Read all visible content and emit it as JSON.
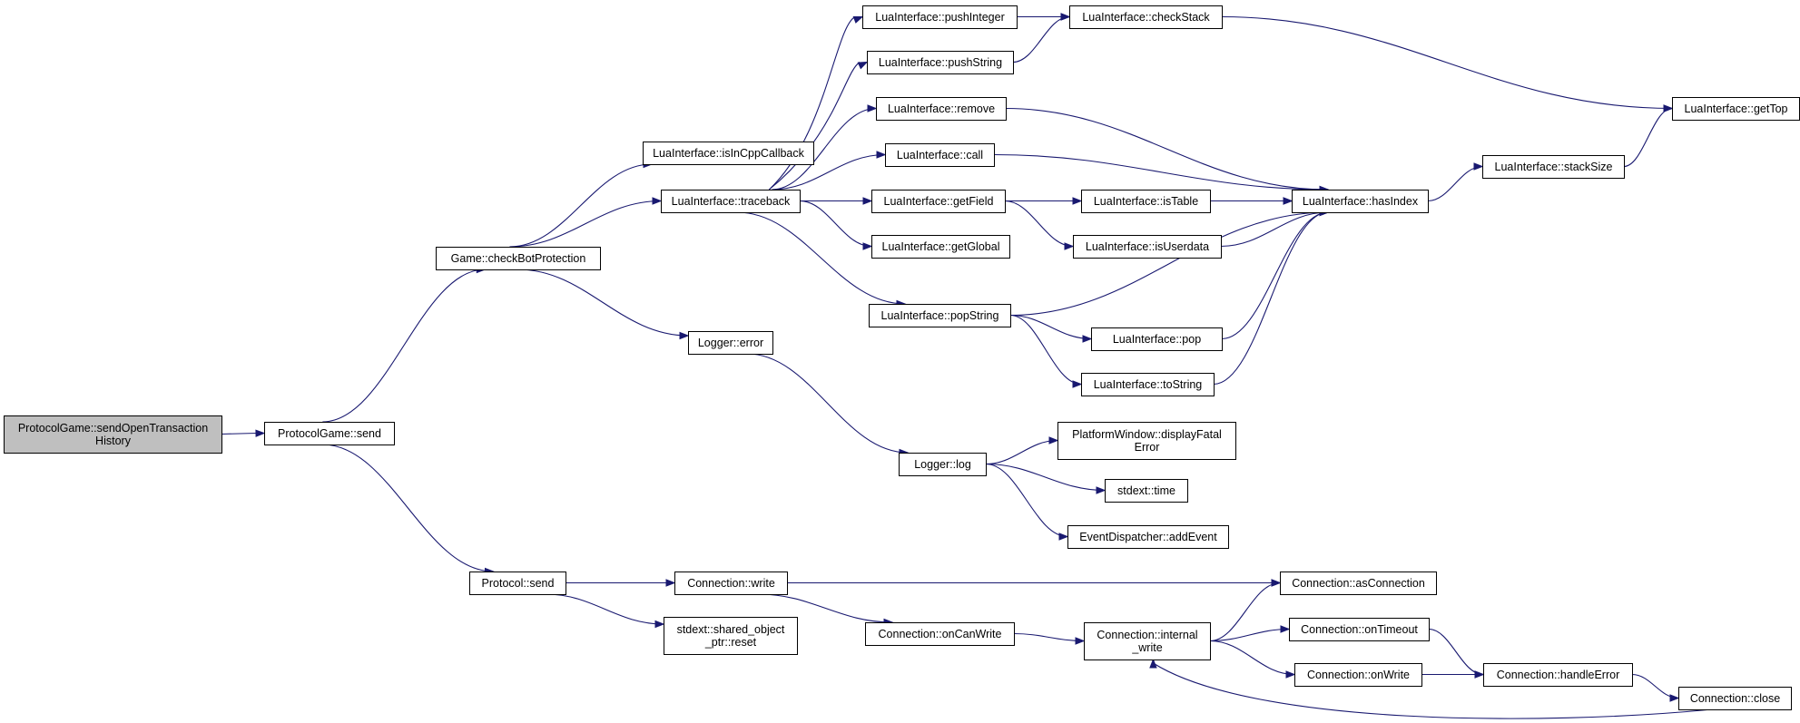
{
  "colors": {
    "edge": "#191970",
    "root_fill": "#bfbfbf",
    "node_fill": "#ffffff",
    "border": "#000000"
  },
  "nodes": [
    {
      "id": "root",
      "lines": [
        "ProtocolGame::sendOpenTransaction",
        "History"
      ],
      "highlight": true
    },
    {
      "id": "pg_send",
      "lines": [
        "ProtocolGame::send"
      ]
    },
    {
      "id": "check_bot",
      "lines": [
        "Game::checkBotProtection"
      ]
    },
    {
      "id": "proto_send",
      "lines": [
        "Protocol::send"
      ]
    },
    {
      "id": "is_in_cpp",
      "lines": [
        "LuaInterface::isInCppCallback"
      ]
    },
    {
      "id": "traceback",
      "lines": [
        "LuaInterface::traceback"
      ]
    },
    {
      "id": "logger_error",
      "lines": [
        "Logger::error"
      ]
    },
    {
      "id": "conn_write",
      "lines": [
        "Connection::write"
      ]
    },
    {
      "id": "sop_reset",
      "lines": [
        "stdext::shared_object",
        "_ptr::reset"
      ]
    },
    {
      "id": "push_integer",
      "lines": [
        "LuaInterface::pushInteger"
      ]
    },
    {
      "id": "push_string",
      "lines": [
        "LuaInterface::pushString"
      ]
    },
    {
      "id": "remove",
      "lines": [
        "LuaInterface::remove"
      ]
    },
    {
      "id": "call",
      "lines": [
        "LuaInterface::call"
      ]
    },
    {
      "id": "get_field",
      "lines": [
        "LuaInterface::getField"
      ]
    },
    {
      "id": "get_global",
      "lines": [
        "LuaInterface::getGlobal"
      ]
    },
    {
      "id": "pop_string",
      "lines": [
        "LuaInterface::popString"
      ]
    },
    {
      "id": "logger_log",
      "lines": [
        "Logger::log"
      ]
    },
    {
      "id": "on_can_write",
      "lines": [
        "Connection::onCanWrite"
      ]
    },
    {
      "id": "check_stack",
      "lines": [
        "LuaInterface::checkStack"
      ]
    },
    {
      "id": "is_table",
      "lines": [
        "LuaInterface::isTable"
      ]
    },
    {
      "id": "is_userdata",
      "lines": [
        "LuaInterface::isUserdata"
      ]
    },
    {
      "id": "pop",
      "lines": [
        "LuaInterface::pop"
      ]
    },
    {
      "id": "to_string",
      "lines": [
        "LuaInterface::toString"
      ]
    },
    {
      "id": "display_fatal",
      "lines": [
        "PlatformWindow::displayFatal",
        "Error"
      ]
    },
    {
      "id": "time",
      "lines": [
        "stdext::time"
      ]
    },
    {
      "id": "add_event",
      "lines": [
        "EventDispatcher::addEvent"
      ]
    },
    {
      "id": "internal_write",
      "lines": [
        "Connection::internal",
        "_write"
      ]
    },
    {
      "id": "has_index",
      "lines": [
        "LuaInterface::hasIndex"
      ]
    },
    {
      "id": "as_connection",
      "lines": [
        "Connection::asConnection"
      ]
    },
    {
      "id": "on_timeout",
      "lines": [
        "Connection::onTimeout"
      ]
    },
    {
      "id": "on_write",
      "lines": [
        "Connection::onWrite"
      ]
    },
    {
      "id": "stack_size",
      "lines": [
        "LuaInterface::stackSize"
      ]
    },
    {
      "id": "handle_error",
      "lines": [
        "Connection::handleError"
      ]
    },
    {
      "id": "get_top",
      "lines": [
        "LuaInterface::getTop"
      ]
    },
    {
      "id": "conn_close",
      "lines": [
        "Connection::close"
      ]
    }
  ],
  "edges": [
    [
      "root",
      "pg_send"
    ],
    [
      "pg_send",
      "check_bot"
    ],
    [
      "pg_send",
      "proto_send"
    ],
    [
      "check_bot",
      "is_in_cpp"
    ],
    [
      "check_bot",
      "traceback"
    ],
    [
      "check_bot",
      "logger_error"
    ],
    [
      "traceback",
      "push_integer"
    ],
    [
      "traceback",
      "push_string"
    ],
    [
      "traceback",
      "remove"
    ],
    [
      "traceback",
      "call"
    ],
    [
      "traceback",
      "get_field"
    ],
    [
      "traceback",
      "get_global"
    ],
    [
      "traceback",
      "pop_string"
    ],
    [
      "push_integer",
      "check_stack"
    ],
    [
      "push_string",
      "check_stack"
    ],
    [
      "check_stack",
      "get_top"
    ],
    [
      "remove",
      "has_index"
    ],
    [
      "call",
      "has_index"
    ],
    [
      "get_field",
      "has_index"
    ],
    [
      "get_field",
      "is_table"
    ],
    [
      "get_field",
      "is_userdata"
    ],
    [
      "is_table",
      "has_index"
    ],
    [
      "is_userdata",
      "has_index"
    ],
    [
      "pop_string",
      "has_index"
    ],
    [
      "pop_string",
      "pop"
    ],
    [
      "pop_string",
      "to_string"
    ],
    [
      "pop",
      "has_index"
    ],
    [
      "to_string",
      "has_index"
    ],
    [
      "has_index",
      "stack_size"
    ],
    [
      "stack_size",
      "get_top"
    ],
    [
      "logger_error",
      "logger_log"
    ],
    [
      "logger_log",
      "display_fatal"
    ],
    [
      "logger_log",
      "time"
    ],
    [
      "logger_log",
      "add_event"
    ],
    [
      "proto_send",
      "conn_write"
    ],
    [
      "proto_send",
      "sop_reset"
    ],
    [
      "conn_write",
      "as_connection"
    ],
    [
      "conn_write",
      "on_can_write"
    ],
    [
      "on_can_write",
      "internal_write"
    ],
    [
      "internal_write",
      "as_connection"
    ],
    [
      "internal_write",
      "on_timeout"
    ],
    [
      "internal_write",
      "on_write"
    ],
    [
      "on_timeout",
      "handle_error"
    ],
    [
      "on_write",
      "handle_error"
    ],
    [
      "handle_error",
      "conn_close"
    ],
    [
      "conn_close",
      "internal_write"
    ]
  ]
}
